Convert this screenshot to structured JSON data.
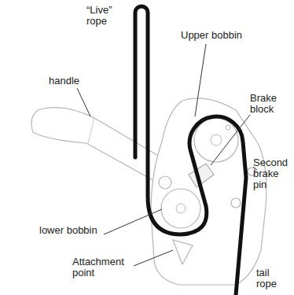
{
  "diagram": {
    "labels": [
      "“Live” rope",
      "handle",
      "Upper bobbin",
      "Brake block",
      "Second brake pin",
      "lower bobbin",
      "Attachment point",
      "tail rope"
    ]
  }
}
